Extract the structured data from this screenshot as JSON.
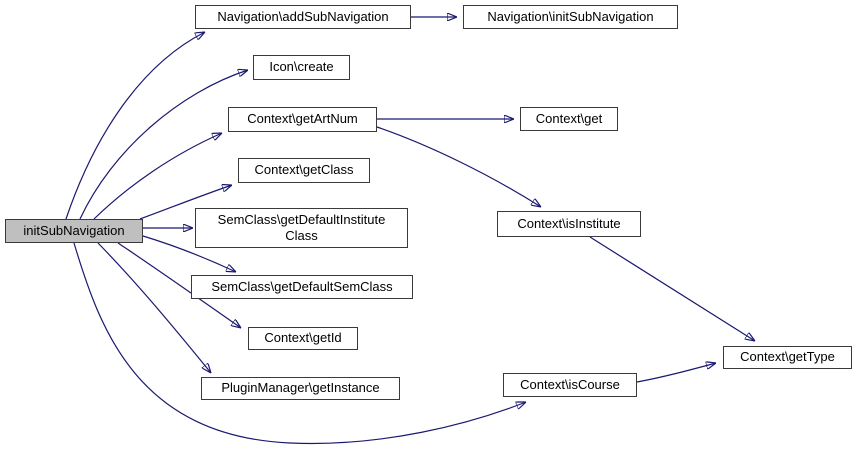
{
  "diagram": {
    "type": "call-graph",
    "colors": {
      "edge": "#191970",
      "node_fill": "#ffffff",
      "node_border": "#3a3a3a",
      "focus_node_fill": "#bfbfbf",
      "background": "#ffffff",
      "text": "#000000"
    },
    "nodes": [
      {
        "id": "initSubNavigation",
        "label": "initSubNavigation",
        "focused": true
      },
      {
        "id": "navigation-addSubNavigation",
        "label": "Navigation\\addSubNavigation",
        "focused": false
      },
      {
        "id": "navigation-initSubNavigation",
        "label": "Navigation\\initSubNavigation",
        "focused": false
      },
      {
        "id": "icon-create",
        "label": "Icon\\create",
        "focused": false
      },
      {
        "id": "context-getArtNum",
        "label": "Context\\getArtNum",
        "focused": false
      },
      {
        "id": "context-get",
        "label": "Context\\get",
        "focused": false
      },
      {
        "id": "context-getClass",
        "label": "Context\\getClass",
        "focused": false
      },
      {
        "id": "semclass-getDefaultInstituteClass",
        "label": "SemClass\\getDefaultInstitute Class",
        "focused": false
      },
      {
        "id": "semclass-getDefaultSemClass",
        "label": "SemClass\\getDefaultSemClass",
        "focused": false
      },
      {
        "id": "context-getId",
        "label": "Context\\getId",
        "focused": false
      },
      {
        "id": "pluginmanager-getInstance",
        "label": "PluginManager\\getInstance",
        "focused": false
      },
      {
        "id": "context-isInstitute",
        "label": "Context\\isInstitute",
        "focused": false
      },
      {
        "id": "context-isCourse",
        "label": "Context\\isCourse",
        "focused": false
      },
      {
        "id": "context-getType",
        "label": "Context\\getType",
        "focused": false
      }
    ],
    "edges": [
      {
        "from": "initSubNavigation",
        "to": "Navigation\\addSubNavigation"
      },
      {
        "from": "initSubNavigation",
        "to": "Icon\\create"
      },
      {
        "from": "initSubNavigation",
        "to": "Context\\getArtNum"
      },
      {
        "from": "initSubNavigation",
        "to": "Context\\getClass"
      },
      {
        "from": "initSubNavigation",
        "to": "SemClass\\getDefaultInstituteClass"
      },
      {
        "from": "initSubNavigation",
        "to": "SemClass\\getDefaultSemClass"
      },
      {
        "from": "initSubNavigation",
        "to": "Context\\getId"
      },
      {
        "from": "initSubNavigation",
        "to": "PluginManager\\getInstance"
      },
      {
        "from": "initSubNavigation",
        "to": "Context\\isCourse"
      },
      {
        "from": "Navigation\\addSubNavigation",
        "to": "Navigation\\initSubNavigation"
      },
      {
        "from": "Context\\getArtNum",
        "to": "Context\\get"
      },
      {
        "from": "Context\\getArtNum",
        "to": "Context\\isInstitute"
      },
      {
        "from": "Context\\isInstitute",
        "to": "Context\\getType"
      },
      {
        "from": "Context\\isCourse",
        "to": "Context\\getType"
      }
    ]
  }
}
